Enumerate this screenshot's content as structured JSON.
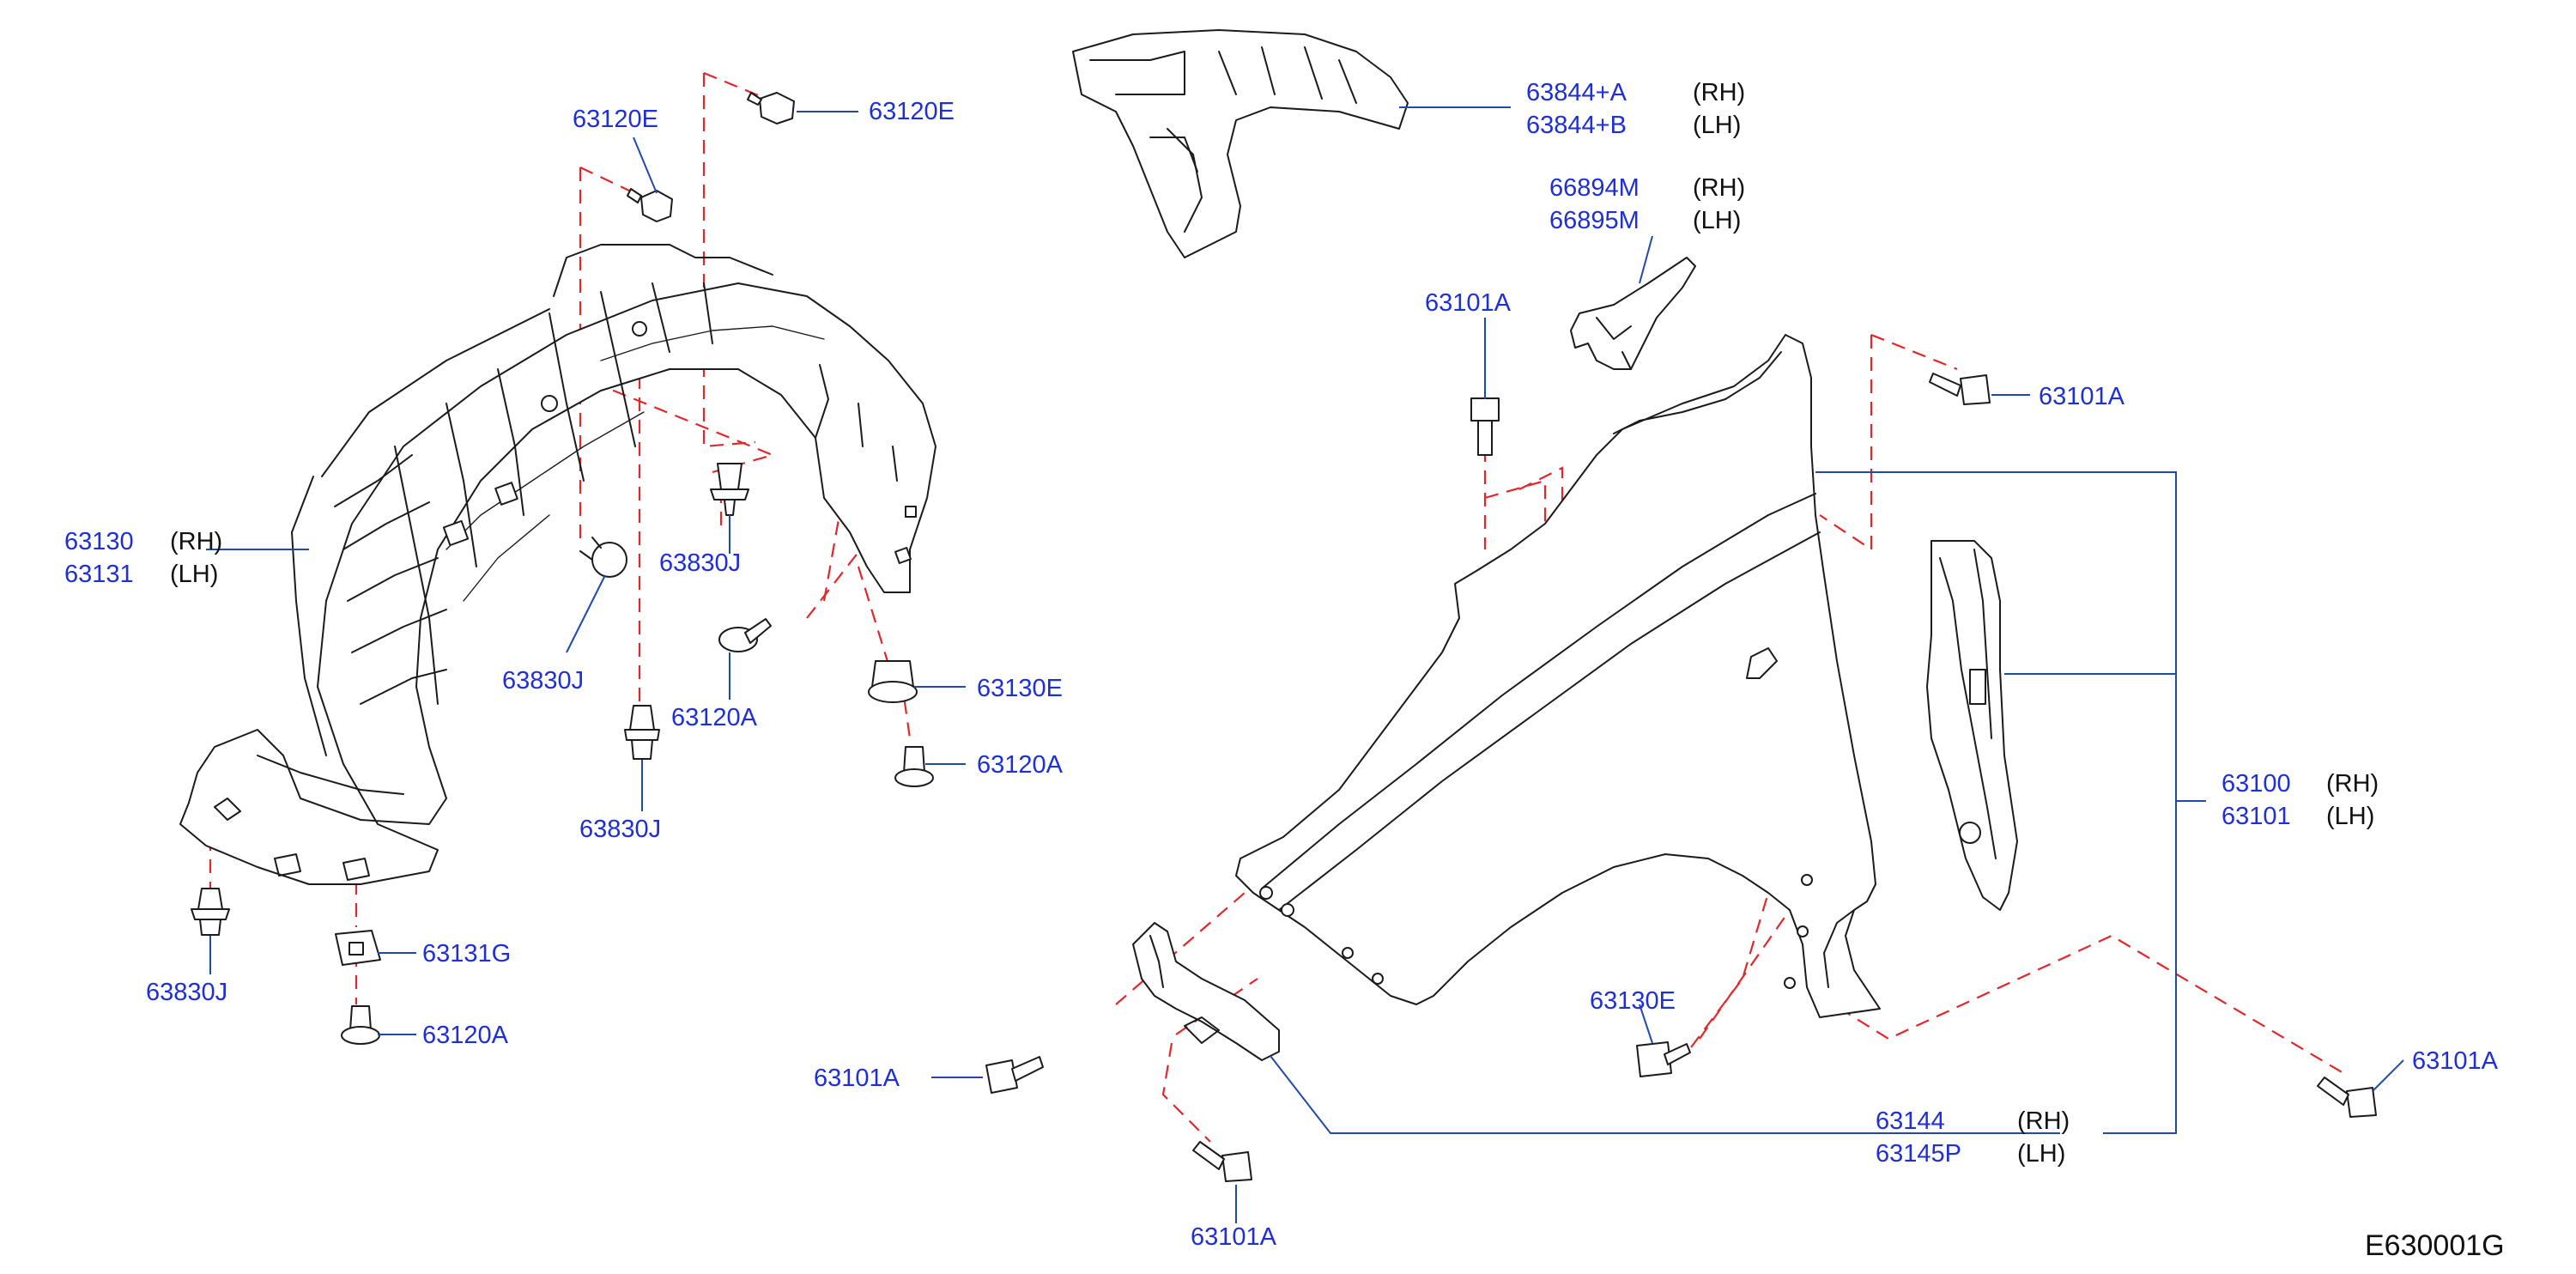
{
  "diagram_code": "E630001G",
  "colors": {
    "label": "#1f2fd6",
    "leader": "#1f4aa8",
    "dash": "#e0282b",
    "line": "#1b1b1b"
  },
  "labels": {
    "l_63120E_a": {
      "part": "63120E"
    },
    "l_63120E_b": {
      "part": "63120E"
    },
    "l_63844": {
      "part": "63844+A",
      "side": "(RH)"
    },
    "l_63844b": {
      "part": "63844+B",
      "side": "(LH)"
    },
    "l_66894": {
      "part": "66894M",
      "side": "(RH)"
    },
    "l_66895": {
      "part": "66895M",
      "side": "(LH)"
    },
    "l_63101A_a": {
      "part": "63101A"
    },
    "l_63101A_b": {
      "part": "63101A"
    },
    "l_63130": {
      "part": "63130",
      "side": "(RH)"
    },
    "l_63131": {
      "part": "63131",
      "side": "(LH)"
    },
    "l_63830J_a": {
      "part": "63830J"
    },
    "l_63830J_b": {
      "part": "63830J"
    },
    "l_63830J_c": {
      "part": "63830J"
    },
    "l_63830J_d": {
      "part": "63830J"
    },
    "l_63120A_a": {
      "part": "63120A"
    },
    "l_63120A_b": {
      "part": "63120A"
    },
    "l_63120A_c": {
      "part": "63120A"
    },
    "l_63130E_a": {
      "part": "63130E"
    },
    "l_63130E_b": {
      "part": "63130E"
    },
    "l_63131G": {
      "part": "63131G"
    },
    "l_63100": {
      "part": "63100",
      "side": "(RH)"
    },
    "l_63101": {
      "part": "63101",
      "side": "(LH)"
    },
    "l_63101A_c": {
      "part": "63101A"
    },
    "l_63101A_d": {
      "part": "63101A"
    },
    "l_63101A_e": {
      "part": "63101A"
    },
    "l_63144": {
      "part": "63144",
      "side": "(RH)"
    },
    "l_63145P": {
      "part": "63145P",
      "side": "(LH)"
    }
  }
}
